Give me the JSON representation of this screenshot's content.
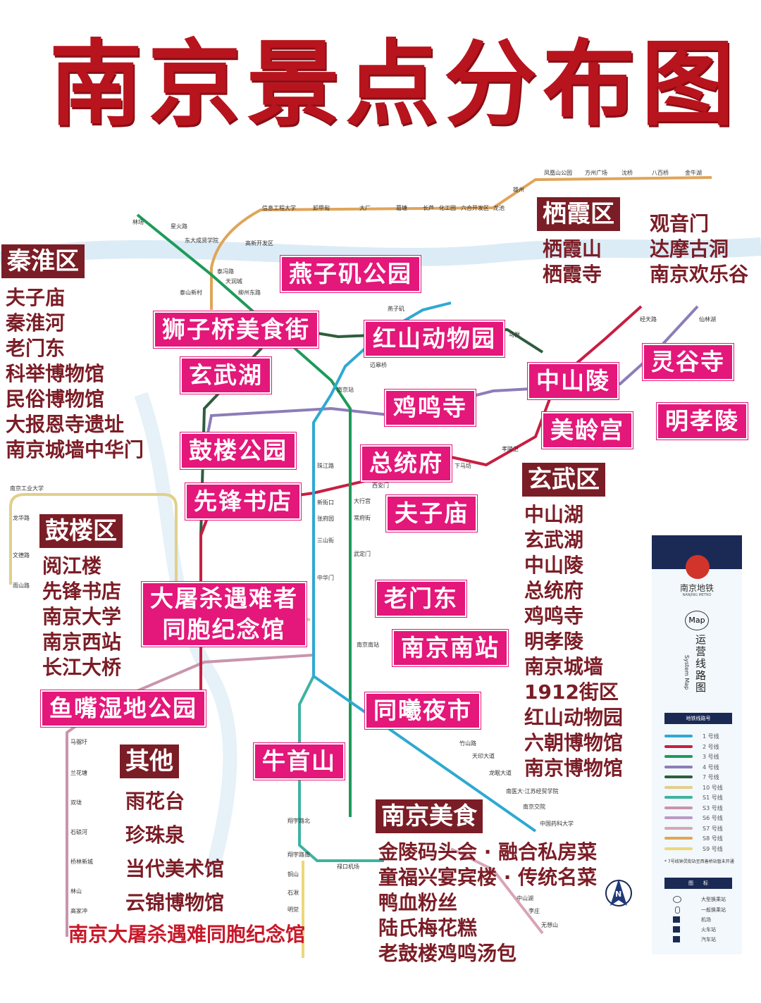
{
  "title": "南京景点分布图",
  "districts": {
    "qinhuai": {
      "header": "秦淮区",
      "items": [
        "夫子庙",
        "秦淮河",
        "老门东",
        "科举博物馆",
        "民俗博物馆",
        "大报恩寺遗址",
        "南京城墙中华门"
      ]
    },
    "qixia": {
      "header": "栖霞区",
      "items_left": [
        "栖霞山",
        "栖霞寺"
      ],
      "items_right": [
        "观音门",
        "达摩古洞",
        "南京欢乐谷"
      ]
    },
    "xuanwu": {
      "header": "玄武区",
      "items": [
        "中山湖",
        "玄武湖",
        "中山陵",
        "总统府",
        "鸡鸣寺",
        "明孝陵",
        "南京城墙",
        "1912街区",
        "红山动物园",
        "六朝博物馆",
        "南京博物馆"
      ]
    },
    "gulou": {
      "header": "鼓楼区",
      "items": [
        "阅江楼",
        "先锋书店",
        "南京大学",
        "南京西站",
        "长江大桥"
      ]
    },
    "other": {
      "header": "其他",
      "items": [
        "雨花台",
        "珍珠泉",
        "当代美术馆",
        "云锦博物馆"
      ],
      "extra": "南京大屠杀遇难同胞纪念馆"
    },
    "food": {
      "header": "南京美食",
      "items": [
        "金陵码头会 · 融合私房菜",
        "童福兴宴宾楼 · 传统名菜",
        "鸭血粉丝",
        "陆氏梅花糕",
        "老鼓楼鸡鸣汤包"
      ]
    }
  },
  "spots": [
    "燕子矶公园",
    "狮子桥美食街",
    "红山动物园",
    "玄武湖",
    "鸡鸣寺",
    "中山陵",
    "灵谷寺",
    "明孝陵",
    "美龄宫",
    "鼓楼公园",
    "总统府",
    "先锋书店",
    "夫子庙",
    "大屠杀遇难者",
    "同胞纪念馆",
    "老门东",
    "南京南站",
    "鱼嘴湿地公园",
    "同曦夜市",
    "牛首山"
  ],
  "stations": [
    "凤凰山公园",
    "方州广场",
    "沈桥",
    "八百桥",
    "金牛湖",
    "雄州",
    "龙池",
    "六合开发区",
    "化工园",
    "长芦",
    "葛塘",
    "大厂",
    "卸甲甸",
    "信息工程大学",
    "高新开发区",
    "东大成贤学院",
    "星火路",
    "林场",
    "泰冯路",
    "天润城",
    "柳州东路",
    "泰山新村",
    "燕子矶",
    "迈皋桥",
    "南京站",
    "珠江路",
    "新街口",
    "张府园",
    "三山街",
    "中华门",
    "大行宫",
    "常府街",
    "武定门",
    "南京南站",
    "南京交院",
    "中国药科大学",
    "中山湖",
    "李庄",
    "无想山",
    "禄口机场",
    "马群",
    "仙林湖",
    "经天路",
    "孝陵卫",
    "下马坊",
    "西安门",
    "南京工业大学",
    "龙华路",
    "文德路",
    "雨山路",
    "马骝圩",
    "兰花塘",
    "双垅",
    "石碛河",
    "桥林新城",
    "林山",
    "高家冲",
    "翔宇路北",
    "翔宇路南",
    "铜山",
    "石湫",
    "明觉",
    "天印大道",
    "竹山路",
    "龙眠大道",
    "南医大·江苏经贸学院"
  ],
  "legend": {
    "brand": "南京地铁",
    "brand_en": "NANJING METRO",
    "map_badge": "Map",
    "title": "运营线路图",
    "title_en": "System Map",
    "lines_header": "地铁线路号",
    "lines": [
      "1 号线",
      "2 号线",
      "3 号线",
      "4 号线",
      "7 号线",
      "10 号线",
      "S1 号线",
      "S3 号线",
      "S6 号线",
      "S7 号线",
      "S8 号线",
      "S9 号线"
    ],
    "note": "* 7号线钟灵街站至西善桥站暂未开通",
    "icons_header": "图　　标",
    "icons": [
      "大型换乘站",
      "一般换乘站",
      "机场",
      "火车站",
      "汽车站"
    ],
    "colors": [
      "#2fa9d2",
      "#c61f42",
      "#1e9a5a",
      "#8c7db8",
      "#2e5d3e",
      "#e2cf8a",
      "#3fb3a0",
      "#c995ad",
      "#b99ac5",
      "#d9a4b8",
      "#e0a55a",
      "#ecd87a"
    ]
  },
  "compass": "N",
  "colors": {
    "title": "#b8141e",
    "spot_bg": "#e4177a",
    "header_bg": "#7b1d26",
    "list_text": "#7b1d26"
  }
}
